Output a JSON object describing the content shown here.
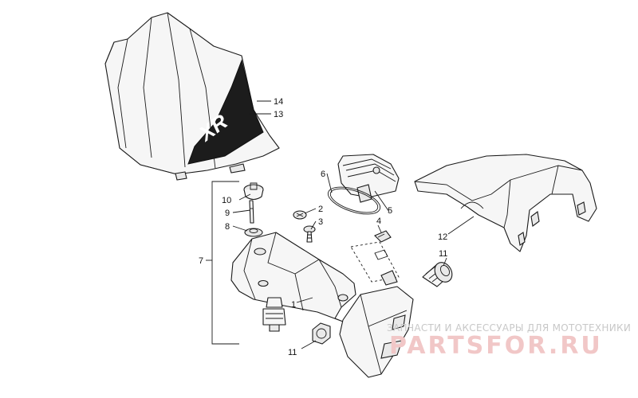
{
  "callouts": {
    "c1": "1",
    "c2": "2",
    "c3": "3",
    "c4": "4",
    "c5": "5",
    "c6": "6",
    "c7": "7",
    "c8": "8",
    "c9": "9",
    "c10": "10",
    "c11a": "11",
    "c11b": "11",
    "c12": "12",
    "c13": "13",
    "c14": "14"
  },
  "decal": {
    "text": "XR"
  },
  "watermark": {
    "subtitle": "ЗАПЧАСТИ И АКСЕССУАРЫ ДЛЯ МОТОТЕХНИКИ",
    "site": "PARTSFOR.RU"
  },
  "colors": {
    "line": "#1a1a1a",
    "watermark": "#f1c7c7",
    "decal": "#1c1c1c"
  }
}
